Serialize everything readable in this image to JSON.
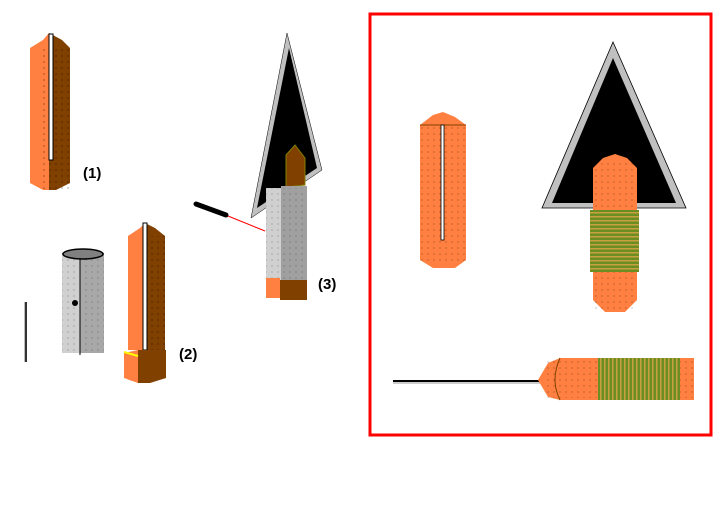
{
  "labels": {
    "step1": "(1)",
    "step2": "(2)",
    "step3": "(3)"
  },
  "colors": {
    "light_orange": "#ff8040",
    "dark_brown": "#804000",
    "highlight": "#ff0000",
    "steel": "#c0c0c0",
    "binding": "#6b8e23"
  }
}
